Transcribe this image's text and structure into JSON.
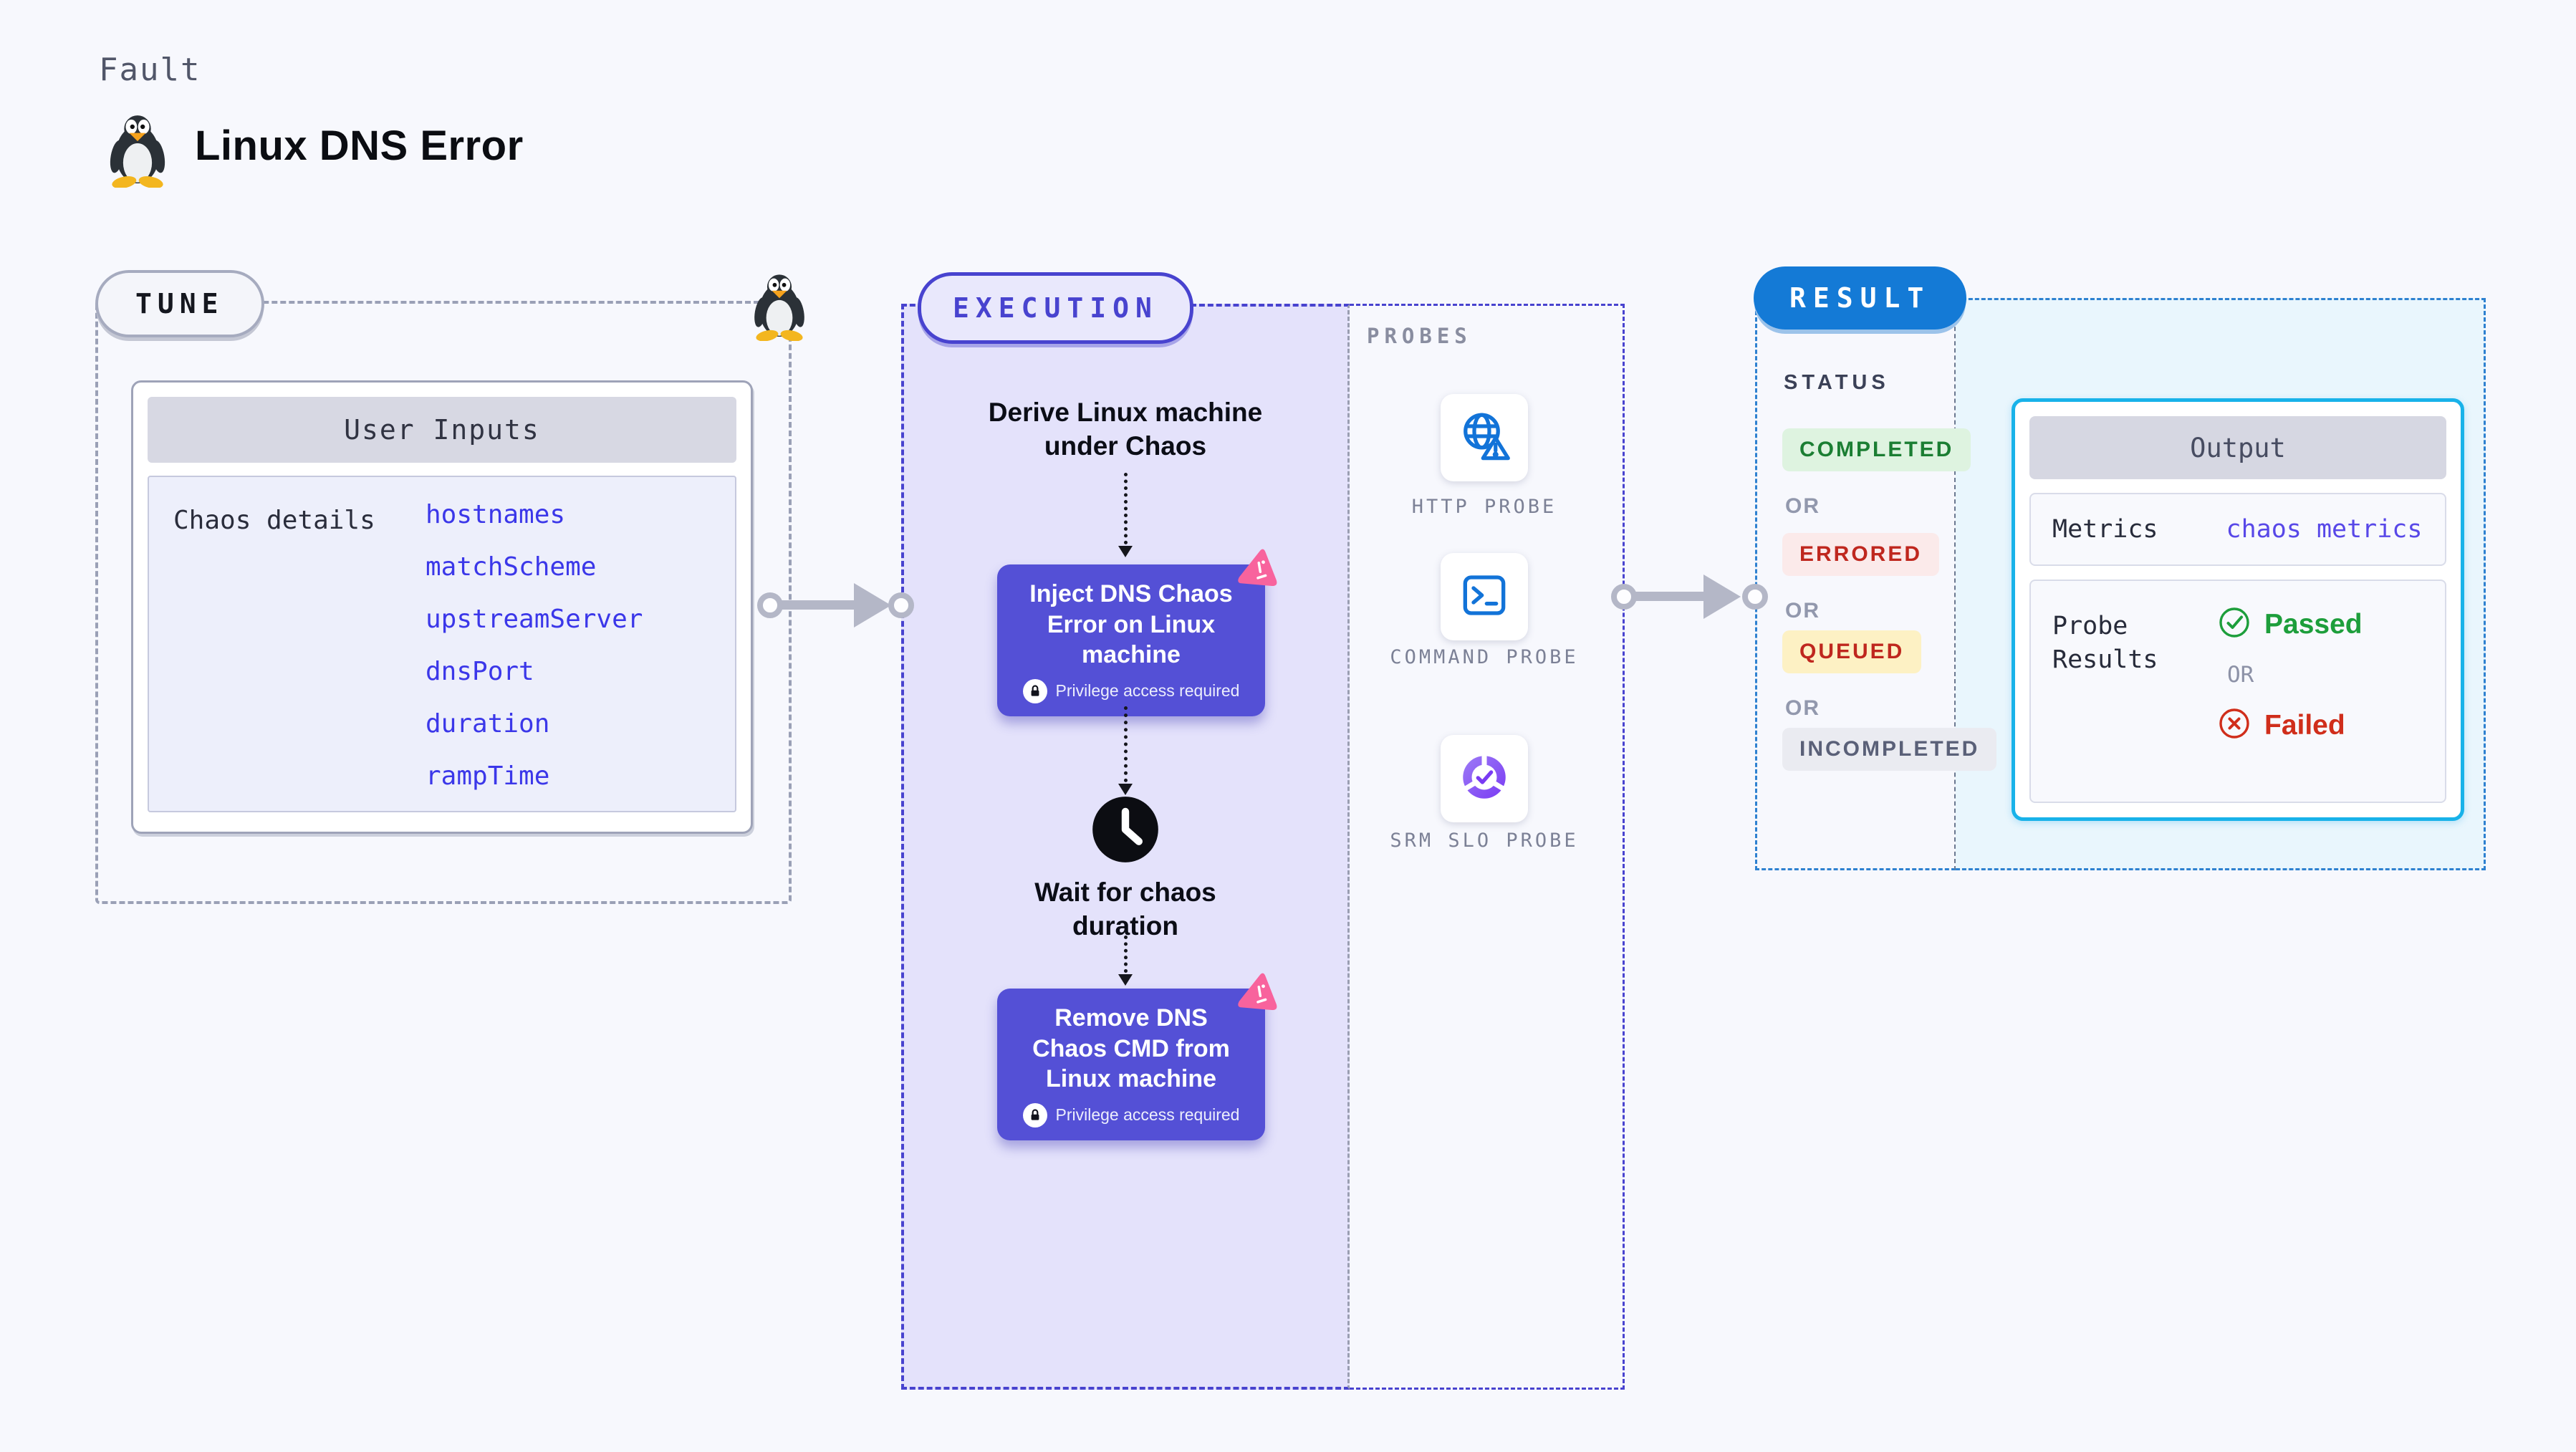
{
  "header": {
    "kicker": "Fault",
    "title": "Linux DNS Error",
    "icon": "tux-penguin"
  },
  "tune": {
    "badge": "TUNE",
    "table": {
      "title": "User Inputs",
      "row_label": "Chaos details",
      "params": [
        "hostnames",
        "matchScheme",
        "upstreamServer",
        "dnsPort",
        "duration",
        "rampTime"
      ]
    }
  },
  "execution": {
    "badge": "EXECUTION",
    "steps": {
      "derive": "Derive Linux machine under Chaos",
      "inject": "Inject DNS Chaos Error on Linux machine",
      "privilege": "Privilege access required",
      "wait": "Wait for chaos duration",
      "remove": "Remove DNS Chaos CMD from Linux machine"
    }
  },
  "probes": {
    "label": "PROBES",
    "items": [
      {
        "name": "HTTP PROBE",
        "icon": "globe-alert-icon"
      },
      {
        "name": "COMMAND PROBE",
        "icon": "terminal-icon"
      },
      {
        "name": "SRM SLO PROBE",
        "icon": "slo-donut-icon"
      }
    ]
  },
  "result": {
    "badge": "RESULT",
    "status_label": "STATUS",
    "or_label": "OR",
    "statuses": [
      {
        "label": "COMPLETED",
        "bg": "#def3e0",
        "text_color": "#1b7e33"
      },
      {
        "label": "ERRORED",
        "bg": "#fbeaea",
        "text_color": "#bf271e"
      },
      {
        "label": "QUEUED",
        "bg": "#fdf1c4",
        "text_color": "#bf271e"
      },
      {
        "label": "INCOMPLETED",
        "bg": "#eaebf1",
        "text_color": "#5a6078"
      }
    ],
    "output": {
      "title": "Output",
      "metrics_label": "Metrics",
      "metrics_value": "chaos metrics",
      "probe_results_label": "Probe Results",
      "passed_label": "Passed",
      "or_label": "OR",
      "failed_label": "Failed"
    }
  },
  "colors": {
    "background": "#f7f8fd",
    "indigo": "#4843cf",
    "step_card": "#5450d6",
    "pink_badge": "#f8639d",
    "result_blue": "#147ad6",
    "output_border": "#18b2e9",
    "green": "#1d9e3b",
    "red": "#d02e1b",
    "param_blue": "#3b37e9",
    "arrow_gray": "#b4b7c7"
  }
}
